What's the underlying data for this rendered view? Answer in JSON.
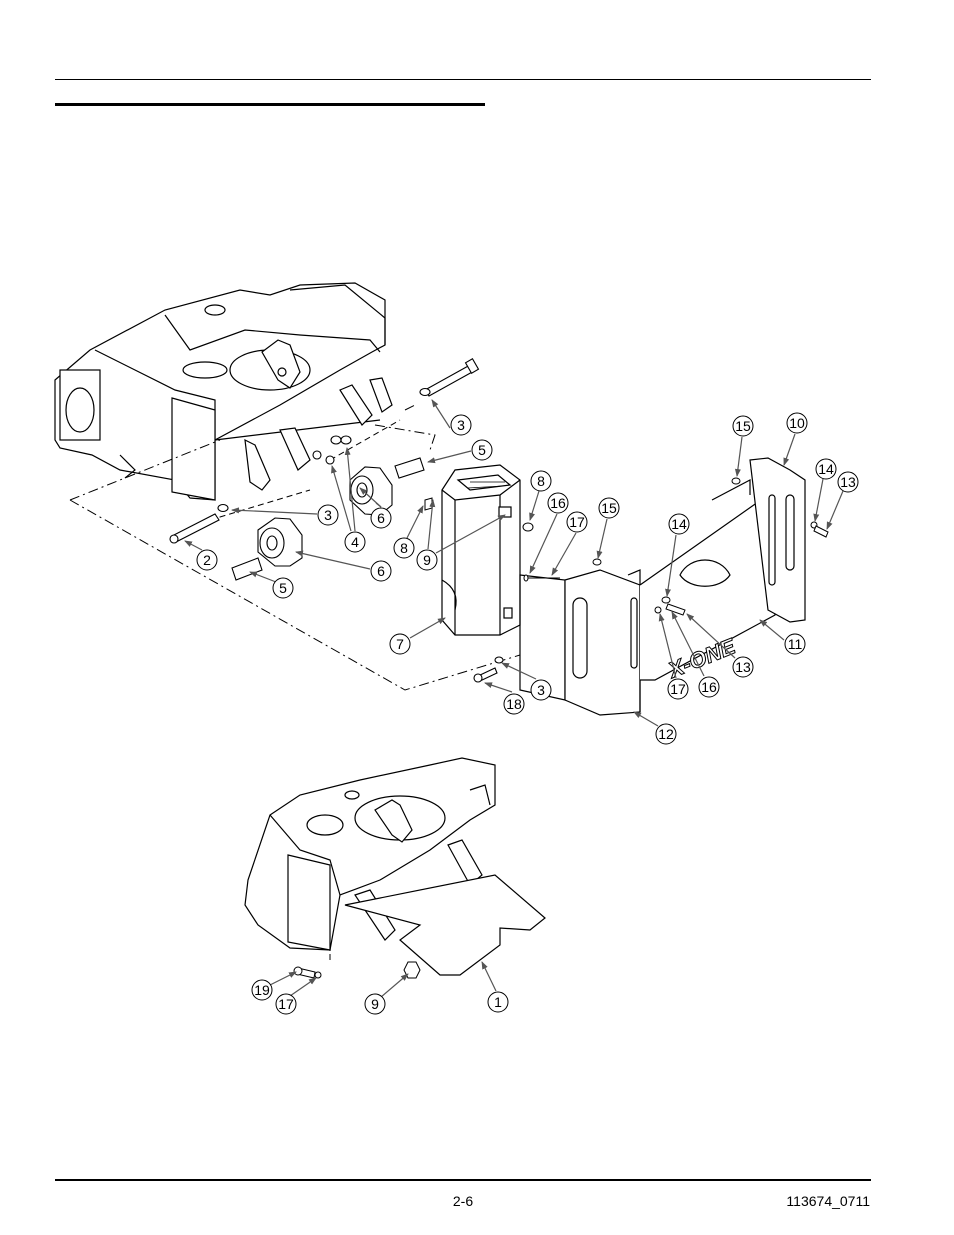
{
  "footer": {
    "page_number": "2-6",
    "document_code": "113674_0711"
  },
  "logo_text": "X-ONE",
  "callouts": {
    "top": [
      "3",
      "5",
      "3",
      "4",
      "6",
      "2",
      "5",
      "6",
      "8",
      "9",
      "7",
      "18",
      "3",
      "15",
      "16",
      "17",
      "15",
      "14",
      "17",
      "16",
      "13",
      "12",
      "11",
      "10",
      "14",
      "13"
    ],
    "bottom": [
      "19",
      "17",
      "9",
      "1"
    ]
  }
}
